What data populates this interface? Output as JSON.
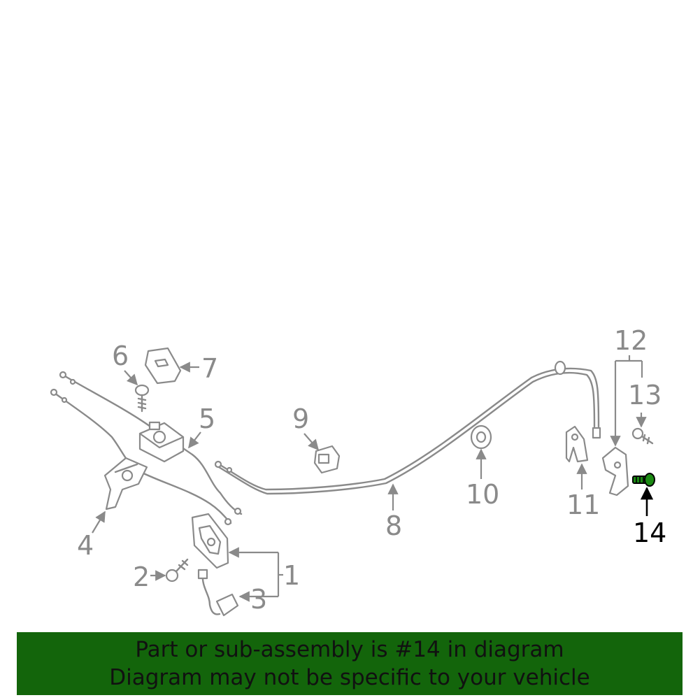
{
  "diagram": {
    "labels": [
      "1",
      "2",
      "3",
      "4",
      "5",
      "6",
      "7",
      "8",
      "9",
      "10",
      "11",
      "12",
      "13",
      "14"
    ],
    "highlighted": "14"
  },
  "banner": {
    "line1": "Part or sub-assembly is #14 in diagram",
    "line2": "Diagram may not be specific to your vehicle"
  },
  "colors": {
    "line_art": "#8a8a8a",
    "highlight": "#000000",
    "banner_bg": "#13650b",
    "banner_text": "#111111"
  }
}
